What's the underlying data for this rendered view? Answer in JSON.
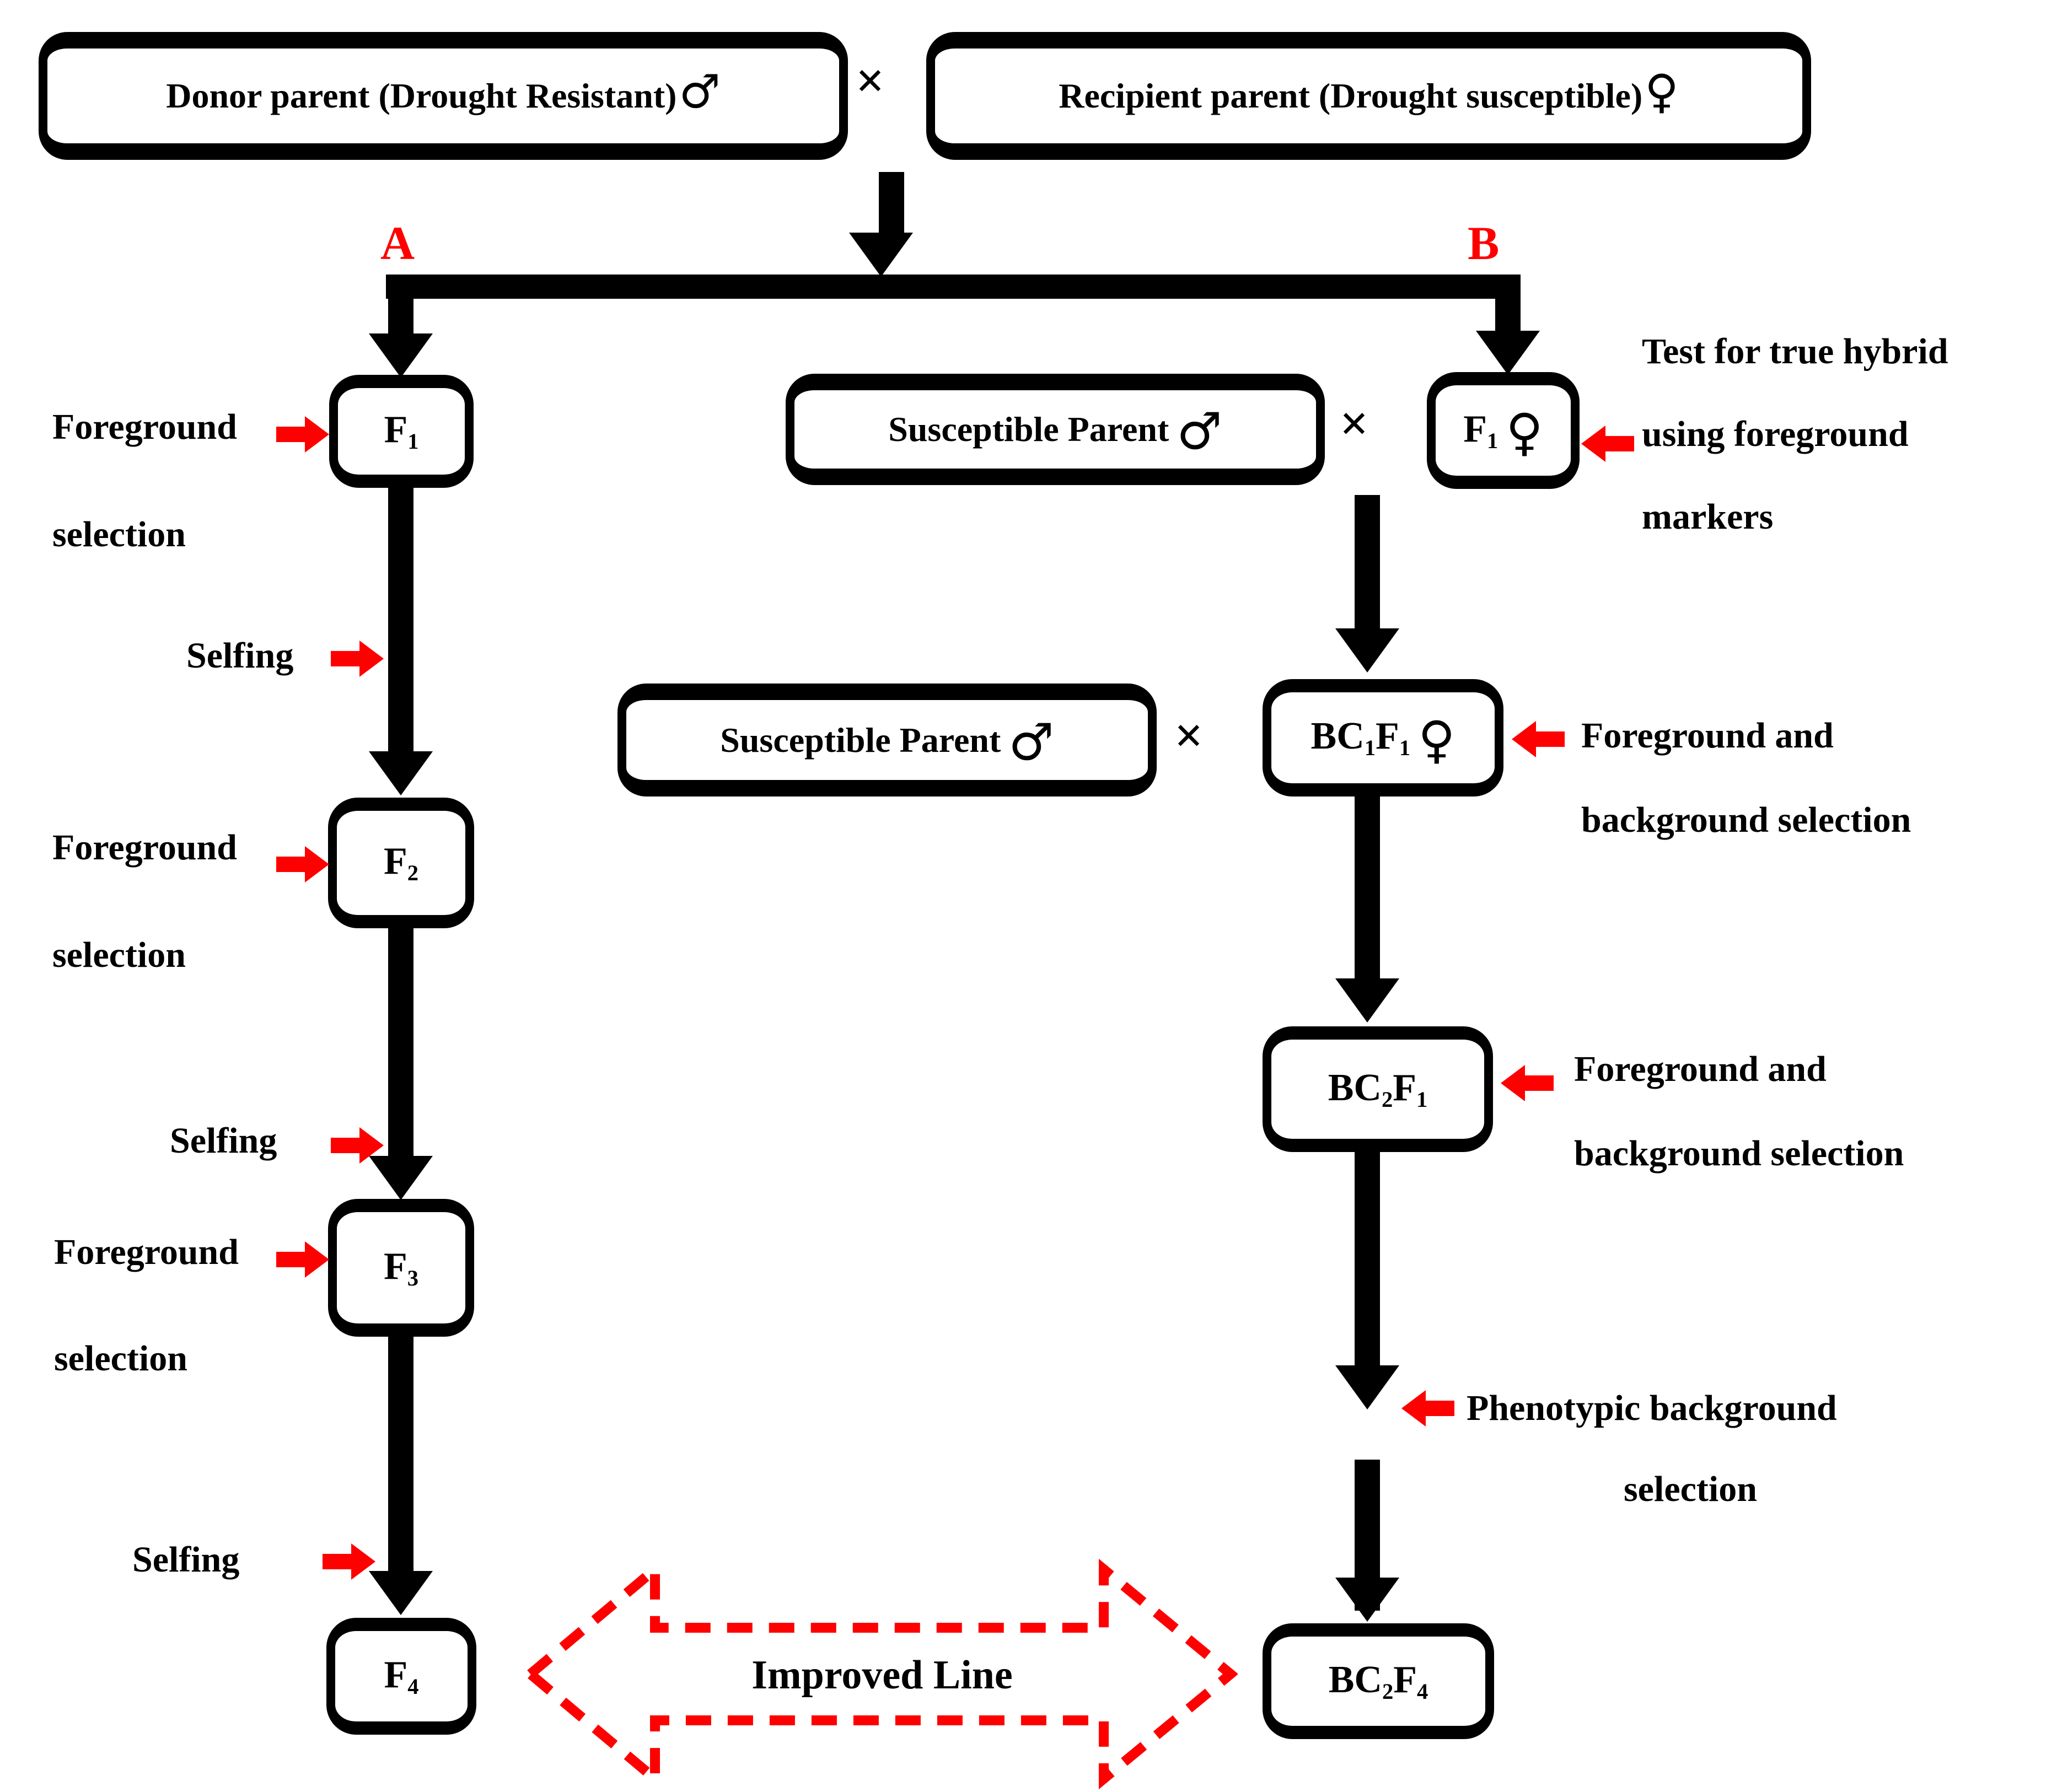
{
  "colors": {
    "accent_red": "#fe0000",
    "ink_black": "#000000"
  },
  "top_row": {
    "donor_label": "Donor parent (Drought Resistant)",
    "donor_symbol": "♂",
    "cross": "×",
    "recipient_label": "Recipient parent (Drought susceptible)",
    "recipient_symbol": "♀"
  },
  "branch_labels": {
    "left": "A",
    "right": "B"
  },
  "left_path": {
    "foreground": "Foreground",
    "selection": "selection",
    "selfing": "Selfing",
    "f1_main": "F",
    "f1_sub": "1",
    "f2_main": "F",
    "f2_sub": "2",
    "f3_main": "F",
    "f3_sub": "3",
    "f4_main": "F",
    "f4_sub": "4"
  },
  "right_path": {
    "susceptible_label": "Susceptible Parent",
    "male_symbol": "♂",
    "female_symbol": "♀",
    "cross": "×",
    "f1_main": "F",
    "f1_sub": "1",
    "bc1f1": {
      "p1": "BC",
      "s1": "1",
      "p2": "F",
      "s2": "1"
    },
    "bc2f1": {
      "p1": "BC",
      "s1": "2",
      "p2": "F",
      "s2": "1"
    },
    "bc2f4": {
      "p1": "BC",
      "s1": "2",
      "p2": "F",
      "s2": "4"
    },
    "hybrid_note_line1": "Test for true hybrid",
    "hybrid_note_line2": "using foreground",
    "hybrid_note_line3": "markers",
    "fgbg_note_line1": "Foreground and",
    "fgbg_note_line2": "background selection",
    "pheno_note_line1": "Phenotypic background",
    "pheno_note_line2": "selection"
  },
  "bottom": {
    "improved_line": "Improved Line"
  }
}
